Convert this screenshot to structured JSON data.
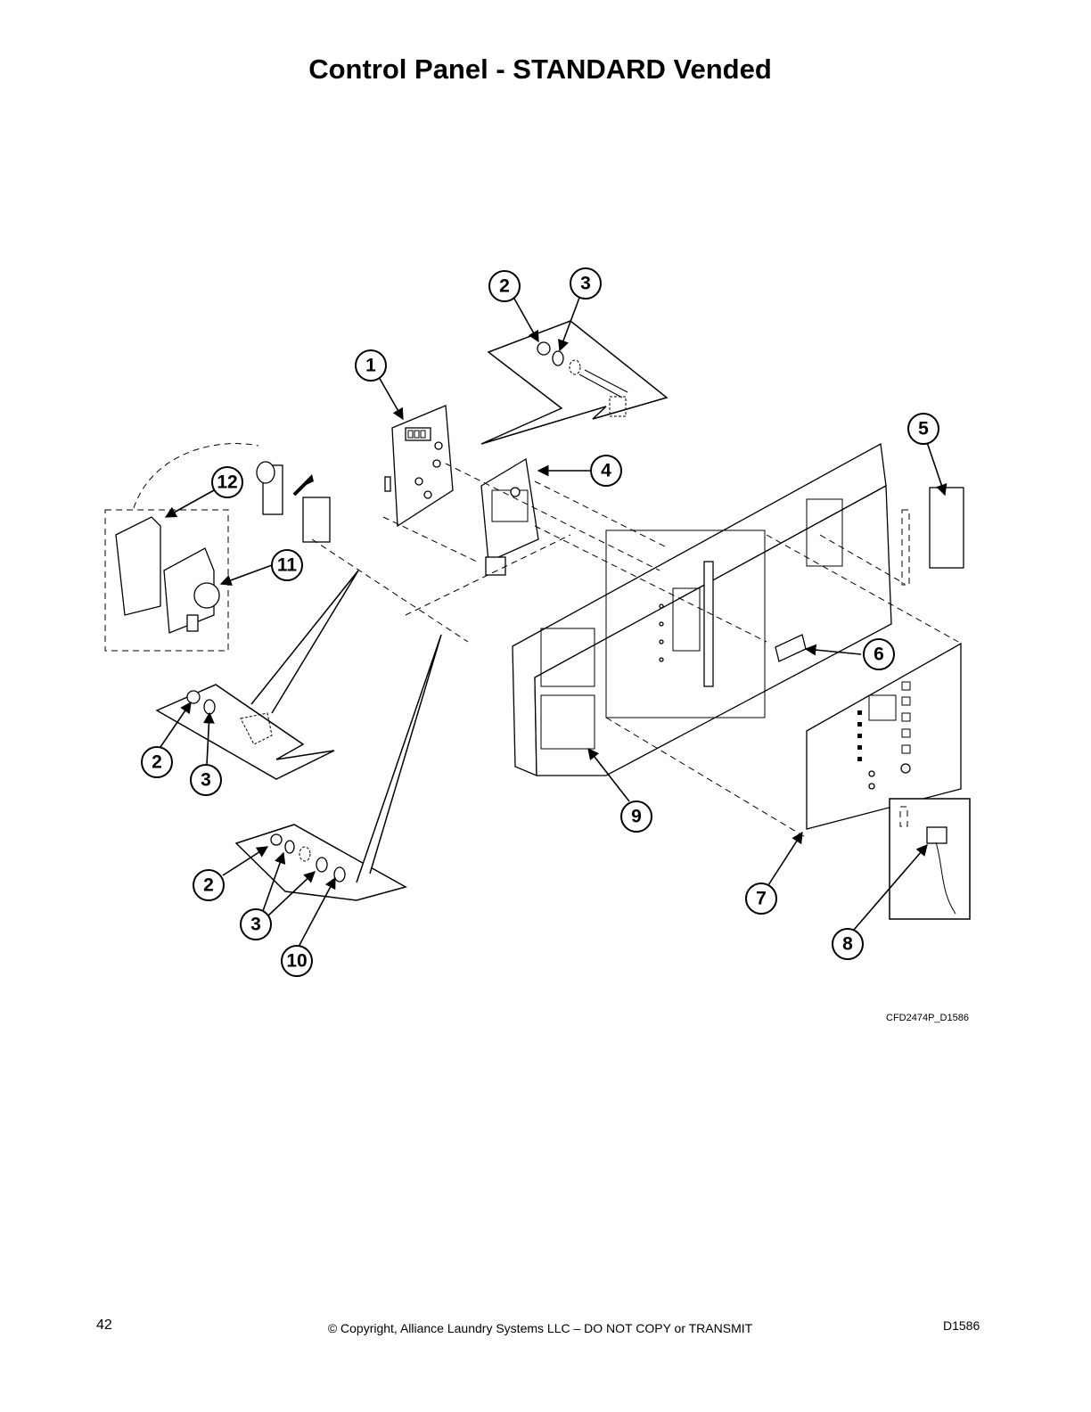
{
  "page": {
    "title": "Control Panel - STANDARD Vended",
    "figure_code": "CFD2474P_D1586",
    "page_number": "42",
    "copyright": "© Copyright, Alliance Laundry Systems LLC – DO NOT COPY or TRANSMIT",
    "doc_number": "D1586"
  },
  "callouts": [
    {
      "id": "c1",
      "label": "1"
    },
    {
      "id": "c2a",
      "label": "2"
    },
    {
      "id": "c3a",
      "label": "3"
    },
    {
      "id": "c4",
      "label": "4"
    },
    {
      "id": "c5",
      "label": "5"
    },
    {
      "id": "c6",
      "label": "6"
    },
    {
      "id": "c7",
      "label": "7"
    },
    {
      "id": "c8",
      "label": "8"
    },
    {
      "id": "c9",
      "label": "9"
    },
    {
      "id": "c10",
      "label": "10"
    },
    {
      "id": "c11",
      "label": "11"
    },
    {
      "id": "c12",
      "label": "12"
    },
    {
      "id": "c2b",
      "label": "2"
    },
    {
      "id": "c3b",
      "label": "3"
    },
    {
      "id": "c2c",
      "label": "2"
    },
    {
      "id": "c3c",
      "label": "3"
    }
  ]
}
